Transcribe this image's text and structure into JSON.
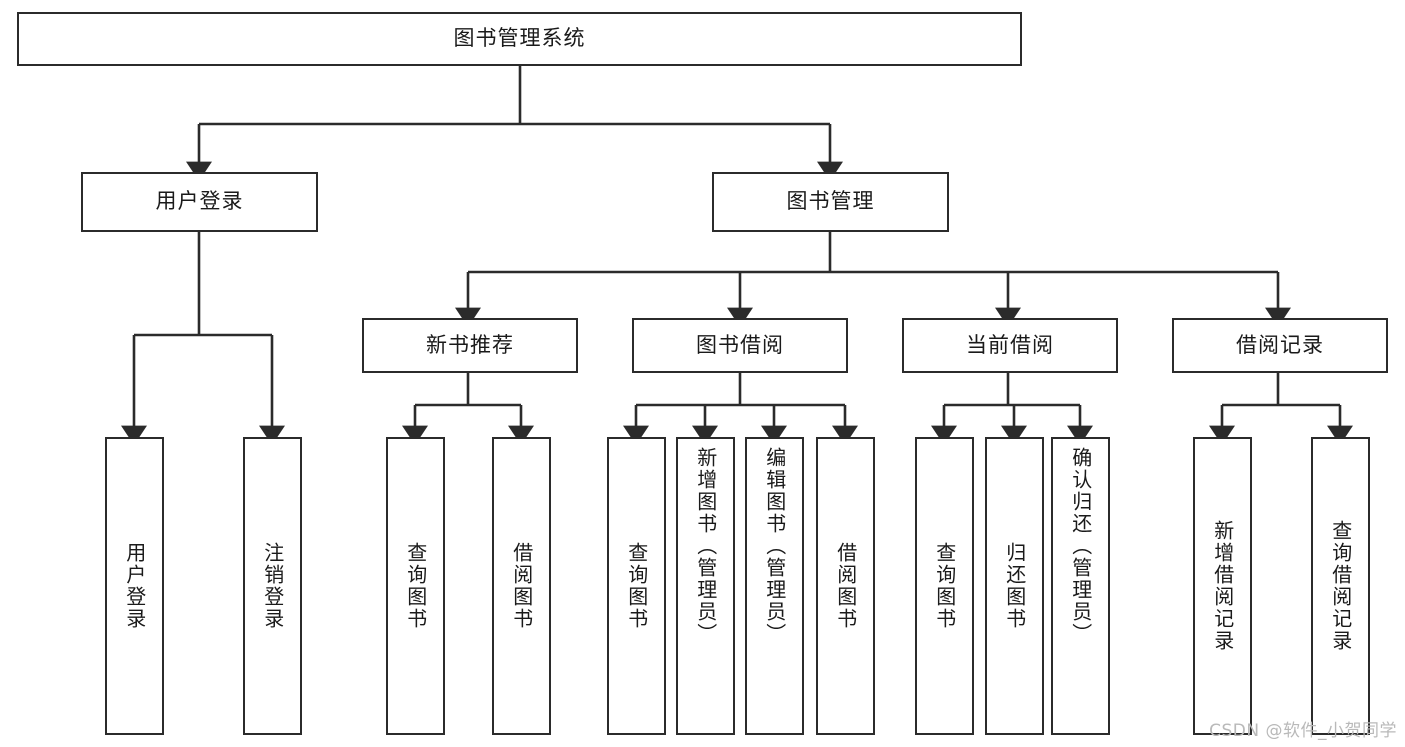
{
  "diagram": {
    "title": "图书管理系统",
    "type": "tree-structure-chart",
    "watermark": "CSDN @软件_小贺同学",
    "colors": {
      "node_border": "#2b2b2b",
      "node_fill": "#ffffff",
      "edge": "#2b2b2b",
      "text": "#1a1a1a",
      "watermark": "#b9b9b9",
      "background": "#ffffff"
    },
    "root": {
      "label": "图书管理系统"
    },
    "level2": [
      {
        "label": "用户登录"
      },
      {
        "label": "图书管理"
      }
    ],
    "level3": [
      {
        "label": "新书推荐"
      },
      {
        "label": "图书借阅"
      },
      {
        "label": "当前借阅"
      },
      {
        "label": "借阅记录"
      }
    ],
    "leaves": {
      "user_login": [
        {
          "label": "用户登录"
        },
        {
          "label": "注销登录"
        }
      ],
      "new_book_recommend": [
        {
          "label": "查询图书"
        },
        {
          "label": "借阅图书"
        }
      ],
      "book_borrow": [
        {
          "label": "查询图书"
        },
        {
          "label": "新增图书（管理员）"
        },
        {
          "label": "编辑图书（管理员）"
        },
        {
          "label": "借阅图书"
        }
      ],
      "current_borrow": [
        {
          "label": "查询图书"
        },
        {
          "label": "归还图书"
        },
        {
          "label": "确认归还（管理员）"
        }
      ],
      "borrow_record": [
        {
          "label": "新增借阅记录"
        },
        {
          "label": "查询借阅记录"
        }
      ]
    }
  }
}
